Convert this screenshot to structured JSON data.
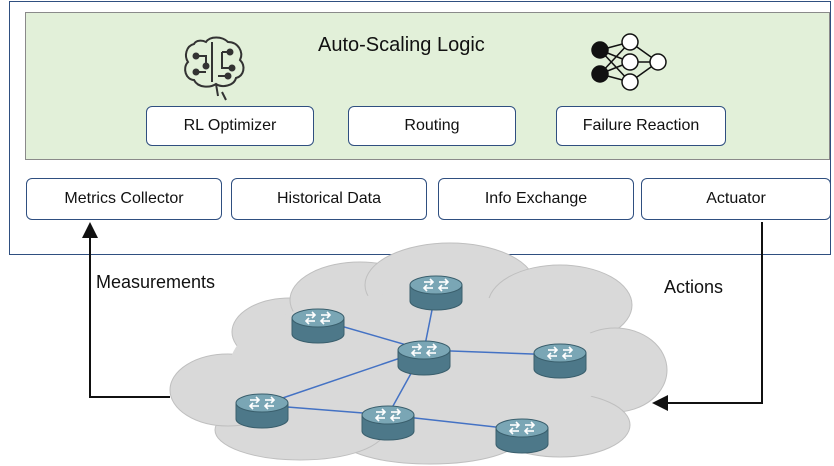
{
  "logic": {
    "title": "Auto-Scaling Logic",
    "modules": [
      "RL Optimizer",
      "Routing",
      "Failure Reaction"
    ]
  },
  "services": [
    "Metrics Collector",
    "Historical Data",
    "Info Exchange",
    "Actuator"
  ],
  "labels": {
    "measurements": "Measurements",
    "actions": "Actions"
  },
  "icons": [
    "brain-circuit-icon",
    "neural-network-icon",
    "router-icon",
    "cloud-icon"
  ],
  "colors": {
    "logic_bg": "#e2f0d9",
    "box_border": "#2f4f80",
    "cloud_fill": "#d9d9d9",
    "router_fill": "#5f8a9a",
    "link": "#4472c4"
  }
}
